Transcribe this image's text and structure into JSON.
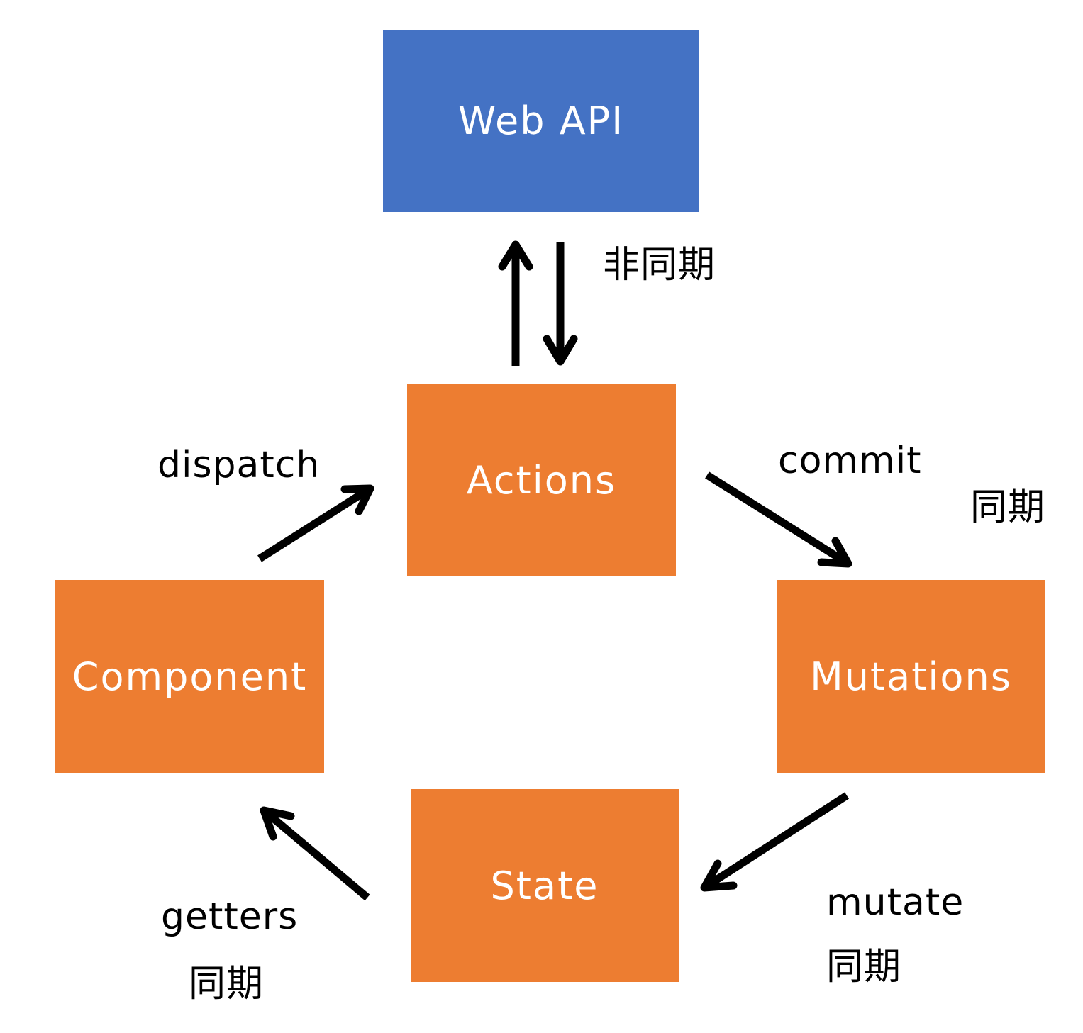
{
  "diagram": {
    "title": "Vuex data flow",
    "colors": {
      "web_api_box": "#4472c4",
      "store_box": "#ed7d31",
      "box_text": "#ffffff",
      "arrow": "#000000",
      "label_text": "#000000",
      "background": "#ffffff"
    },
    "nodes": {
      "web_api": "Web API",
      "actions": "Actions",
      "component": "Component",
      "mutations": "Mutations",
      "state": "State"
    },
    "edges": [
      {
        "from": "actions",
        "to": "web_api",
        "label": "非同期"
      },
      {
        "from": "web_api",
        "to": "actions",
        "label": "非同期"
      },
      {
        "from": "component",
        "to": "actions",
        "label": "dispatch"
      },
      {
        "from": "actions",
        "to": "mutations",
        "label": "commit",
        "sublabel": "同期"
      },
      {
        "from": "mutations",
        "to": "state",
        "label": "mutate",
        "sublabel": "同期"
      },
      {
        "from": "state",
        "to": "component",
        "label": "getters",
        "sublabel": "同期"
      }
    ],
    "labels": {
      "async": "非同期",
      "dispatch": "dispatch",
      "commit": "commit",
      "commit_sync": "同期",
      "mutate": "mutate",
      "mutate_sync": "同期",
      "getters": "getters",
      "getters_sync": "同期"
    }
  }
}
